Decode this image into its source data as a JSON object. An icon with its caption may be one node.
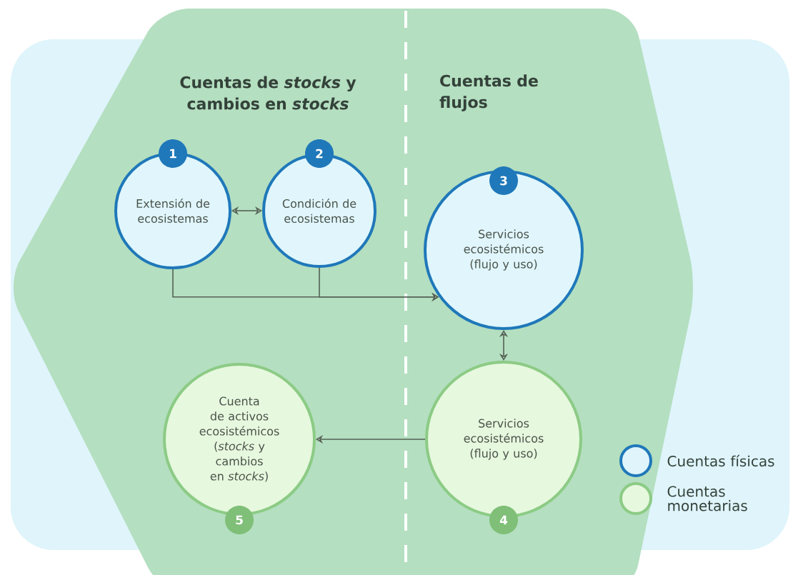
{
  "diagram": {
    "nodes": [
      {
        "text": [
          "1",
          "Extensión de ecosistemas"
        ]
      },
      {
        "text": [
          "2",
          "Condición de ecosistemas"
        ]
      },
      {
        "text": [
          "3",
          "Servicios ecosistémicos (flujo y uso)"
        ]
      },
      {
        "text": [
          "Servicios ecosistémicos (flujo y uso)",
          "4"
        ]
      },
      {
        "text": [
          "Cuenta de activos ecosistémicos (*stocks* y cambios en *stocks*)",
          "5"
        ]
      }
    ],
    "edges": [
      {
        "from": 0,
        "to": 1,
        "arrow": "both"
      },
      {
        "from": 0,
        "to": 2,
        "arrow": "to"
      },
      {
        "from": 1,
        "to": 2,
        "arrow": "to"
      },
      {
        "from": 2,
        "to": 3,
        "arrow": "both"
      },
      {
        "from": 3,
        "to": 4,
        "arrow": "to"
      }
    ],
    "labels": [
      "Cuentas de *stocks* y cambios en *stocks*",
      "Cuentas de flujos"
    ],
    "legend": [
      {
        "text": "Cuentas físicas"
      },
      {
        "text": "Cuentas monetarias"
      }
    ]
  }
}
